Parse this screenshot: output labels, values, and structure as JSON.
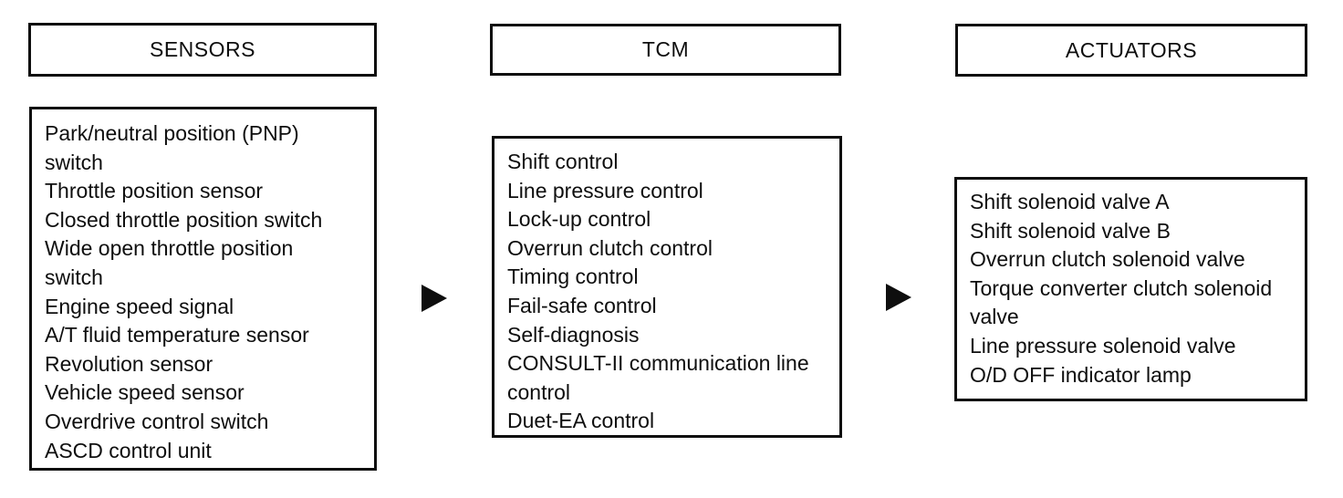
{
  "theme": {
    "ink": "#0e0e0e",
    "paper": "#ffffff"
  },
  "diagram": {
    "description_names": [
      "sensors-column",
      "tcm-column",
      "actuators-column"
    ]
  },
  "columns": [
    {
      "key": "sensors",
      "header": "SENSORS",
      "items": [
        "Park/neutral position (PNP) switch",
        "Throttle position sensor",
        "Closed throttle position switch",
        "Wide open throttle position switch",
        "Engine speed signal",
        "A/T fluid temperature sensor",
        "Revolution sensor",
        "Vehicle speed sensor",
        "Overdrive control switch",
        "ASCD control unit"
      ]
    },
    {
      "key": "tcm",
      "header": "TCM",
      "items": [
        "Shift control",
        "Line pressure control",
        "Lock-up control",
        "Overrun clutch control",
        "Timing control",
        "Fail-safe control",
        "Self-diagnosis",
        "CONSULT-II communication line control",
        "Duet-EA control"
      ]
    },
    {
      "key": "actuators",
      "header": "ACTUATORS",
      "items": [
        "Shift solenoid valve A",
        "Shift solenoid valve B",
        "Overrun clutch solenoid valve",
        "Torque converter clutch solenoid valve",
        "Line pressure solenoid valve",
        "O/D OFF indicator lamp"
      ]
    }
  ],
  "arrows": [
    {
      "name": "sensors-to-tcm",
      "glyph": "right-filled-triangle"
    },
    {
      "name": "tcm-to-actuators",
      "glyph": "right-filled-triangle"
    }
  ]
}
